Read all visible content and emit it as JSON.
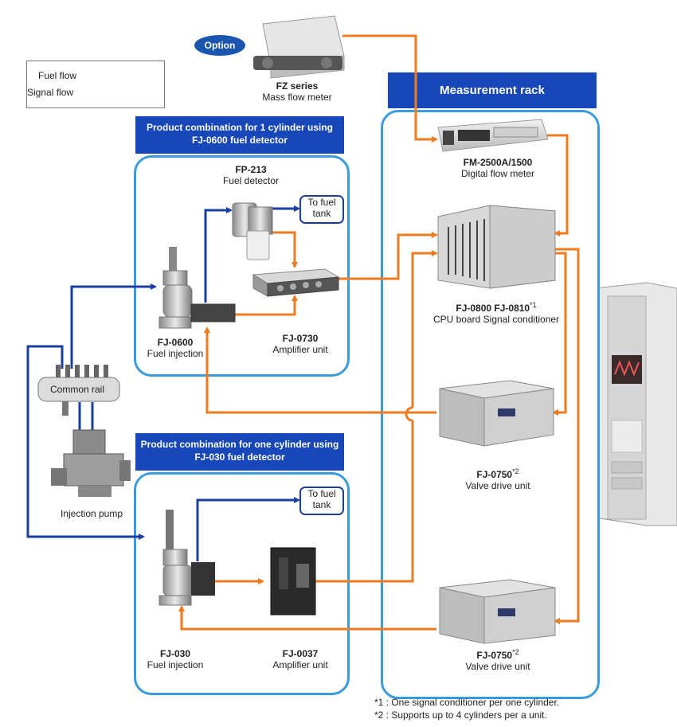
{
  "legend": {
    "fuel_flow": "Fuel flow",
    "signal_flow": "Signal flow"
  },
  "option_badge": "Option",
  "fz": {
    "model": "FZ series",
    "desc": "Mass flow meter"
  },
  "rack": {
    "title": "Measurement rack"
  },
  "panel1": {
    "title_line1": "Product combination for 1 cylinder using",
    "title_line2": "FJ-0600 fuel detector"
  },
  "panel2": {
    "title_line1": "Product combination for one cylinder using",
    "title_line2": "FJ-030 fuel detector"
  },
  "fp213": {
    "model": "FP-213",
    "desc": "Fuel detector"
  },
  "tank_label": "To fuel tank",
  "fj0600": {
    "model": "FJ-0600",
    "desc": "Fuel injection"
  },
  "fj0730": {
    "model": "FJ-0730",
    "desc": "Amplifier unit"
  },
  "fj030": {
    "model": "FJ-030",
    "desc": "Fuel injection"
  },
  "fj0037": {
    "model": "FJ-0037",
    "desc": "Amplifier unit"
  },
  "common_rail": "Common rail",
  "injection_pump": "Injection pump",
  "fm2500": {
    "model": "FM-2500A/1500",
    "desc": "Digital flow meter"
  },
  "fj0800": {
    "model": "FJ-0800  FJ-0810",
    "sup": "*1",
    "desc": "CPU board Signal conditioner"
  },
  "fj0750a": {
    "model": "FJ-0750",
    "sup": "*2",
    "desc": "Valve drive unit"
  },
  "fj0750b": {
    "model": "FJ-0750",
    "sup": "*2",
    "desc": "Valve drive unit"
  },
  "notes": [
    "*1 : One signal conditioner per one cylinder.",
    "*2 : Supports up to 4 cylinders per a unit."
  ],
  "colors": {
    "fuel": "#1a3fa0",
    "signal": "#f07a1e",
    "panel_border": "#3a9bdc",
    "header_bg": "#1747b8"
  }
}
